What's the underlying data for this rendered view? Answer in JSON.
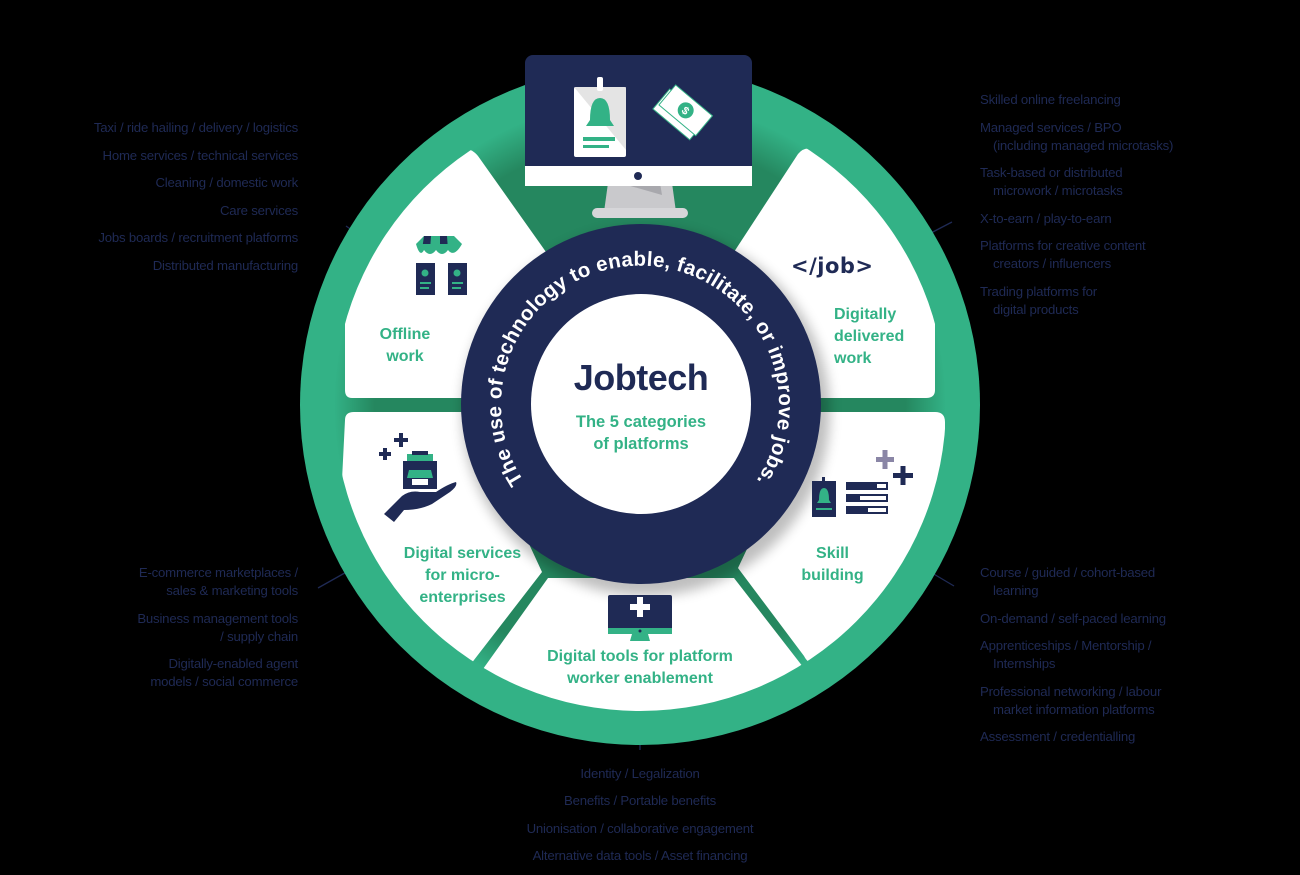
{
  "colors": {
    "background": "#000000",
    "ring_green": "#33b286",
    "navy": "#1f2a55",
    "segment_white": "#ffffff",
    "label_green": "#33b286",
    "text_navy": "#1f2a55",
    "grey_plus": "#8a86a6"
  },
  "hub": {
    "title": "Jobtech",
    "subtitle_line1": "The 5 categories",
    "subtitle_line2": "of platforms",
    "arc_text": "The use of technology to enable, facilitate, or improve jobs."
  },
  "top_icon": {
    "name": "monitor-with-id-badge-and-money",
    "elements": [
      "id-badge-icon",
      "money-bills-icon",
      "dollar-icon"
    ]
  },
  "segments": [
    {
      "id": "offline-work",
      "label_lines": [
        "Offline",
        "work"
      ],
      "icon": "storefront-id-badges-icon",
      "items": [
        {
          "l1": "Taxi / ride hailing / delivery / logistics"
        },
        {
          "l1": "Home services / technical services"
        },
        {
          "l1": "Cleaning / domestic work"
        },
        {
          "l1": "Care services"
        },
        {
          "l1": "Jobs boards / recruitment platforms"
        },
        {
          "l1": "Distributed manufacturing"
        }
      ]
    },
    {
      "id": "digitally-delivered-work",
      "label_lines": [
        "Digitally",
        "delivered",
        "work"
      ],
      "icon": "code-job-icon",
      "icon_text": "</job>",
      "items": [
        {
          "l1": "Skilled online freelancing"
        },
        {
          "l1": "Managed services / BPO",
          "l2": "(including managed microtasks)"
        },
        {
          "l1": "Task-based or distributed",
          "l2": "microwork / microtasks"
        },
        {
          "l1": "X-to-earn / play-to-earn"
        },
        {
          "l1": "Platforms for creative content",
          "l2": "creators / influencers"
        },
        {
          "l1": "Trading platforms for",
          "l2": "digital products"
        }
      ]
    },
    {
      "id": "skill-building",
      "label_lines": [
        "Skill",
        "building"
      ],
      "icon": "id-badge-progress-bars-icon",
      "items": [
        {
          "l1": "Course / guided / cohort-based",
          "l2": "learning"
        },
        {
          "l1": "On-demand / self-paced learning"
        },
        {
          "l1": "Apprenticeships / Mentorship /",
          "l2": "Internships"
        },
        {
          "l1": "Professional networking / labour",
          "l2": "market information platforms"
        },
        {
          "l1": "Assessment / credentialling"
        }
      ]
    },
    {
      "id": "digital-tools-platform-worker",
      "label_lines": [
        "Digital tools for platform",
        "worker enablement"
      ],
      "icon": "monitor-plus-icon",
      "items": [
        {
          "l1": "Identity / Legalization"
        },
        {
          "l1": "Benefits / Portable benefits"
        },
        {
          "l1": "Unionisation / collaborative engagement"
        },
        {
          "l1": "Alternative data tools / Asset financing"
        }
      ]
    },
    {
      "id": "digital-services-micro-enterprises",
      "label_lines": [
        "Digital services",
        "for micro-",
        "enterprises"
      ],
      "icon": "hand-holding-shop-icon",
      "items": [
        {
          "l1": "E-commerce marketplaces /",
          "l2": "sales & marketing tools"
        },
        {
          "l1": "Business management tools",
          "l2": "/ supply chain"
        },
        {
          "l1": "Digitally-enabled agent",
          "l2": "models / social commerce"
        }
      ]
    }
  ]
}
